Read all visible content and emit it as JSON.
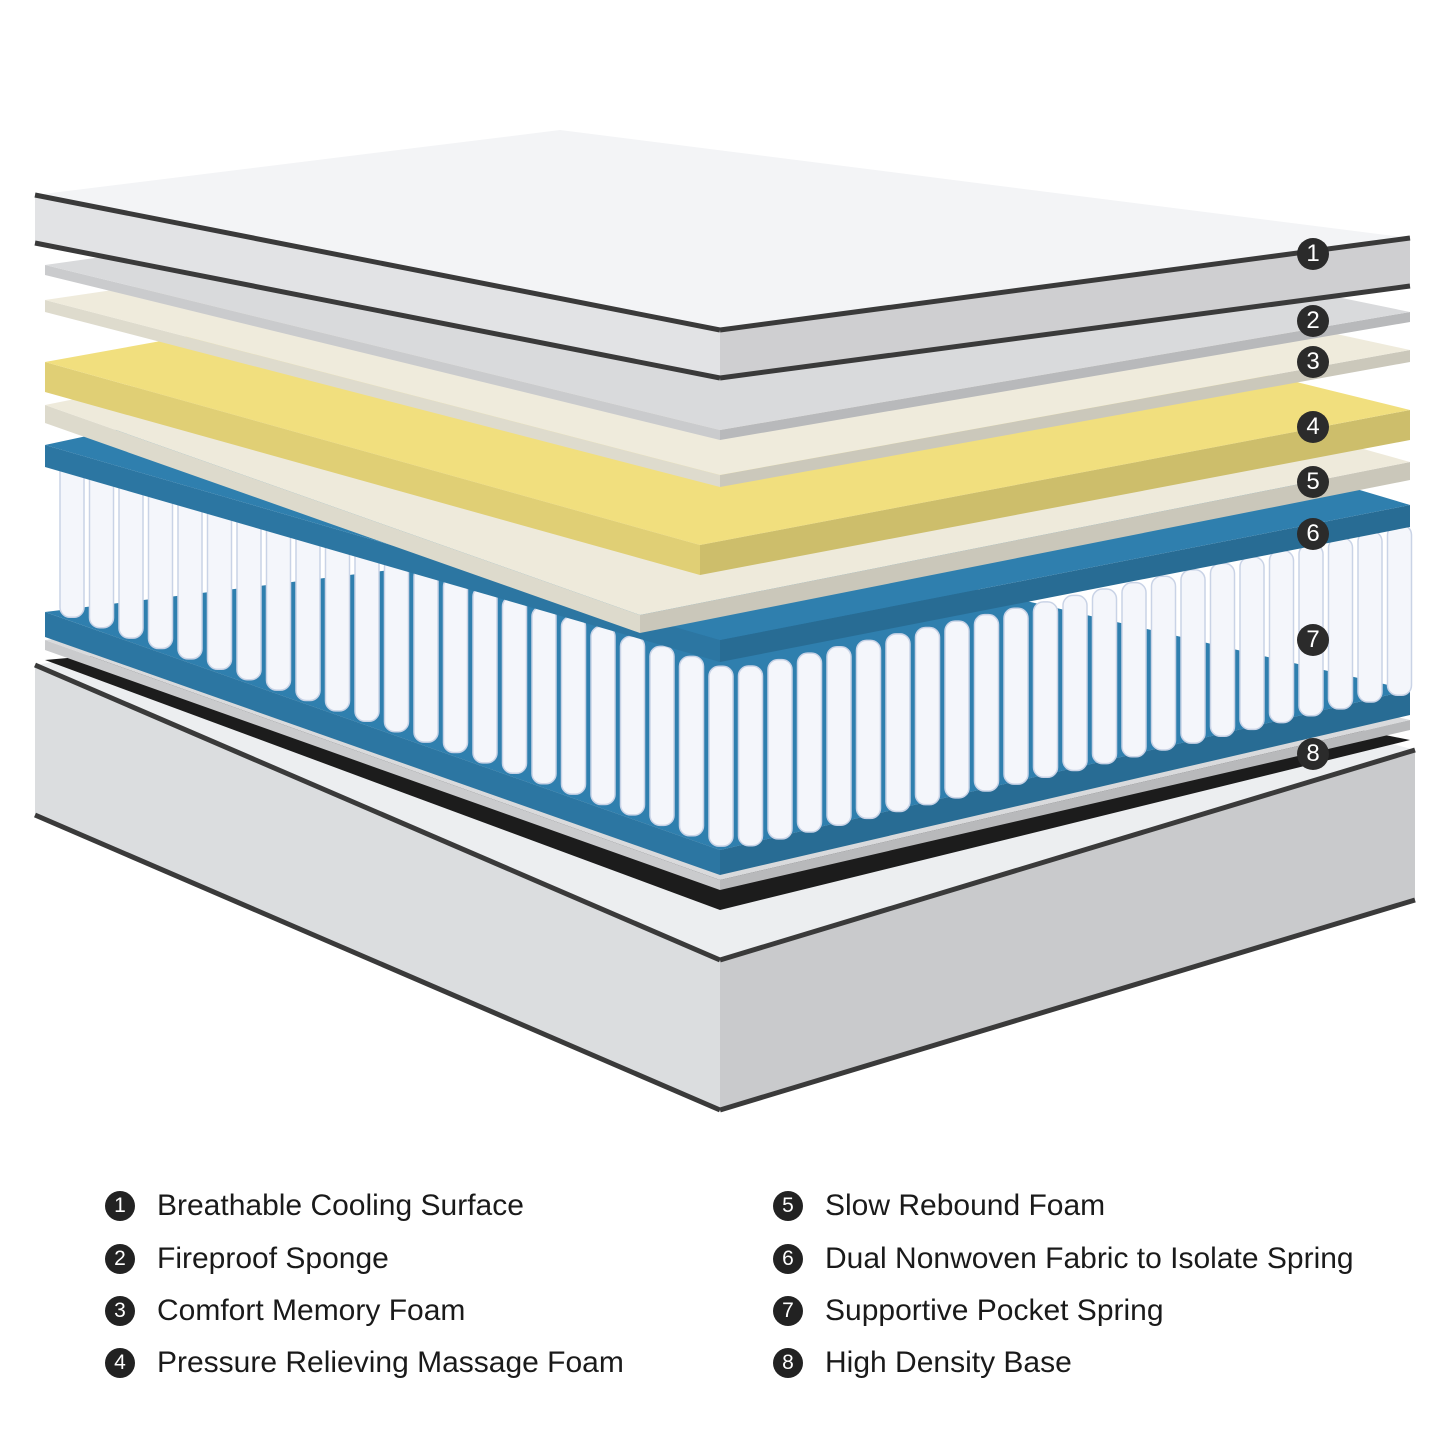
{
  "colors": {
    "topper": "#f3f4f6",
    "fireproof_sponge": "#d9dadc",
    "memory_foam": "#efebdc",
    "massage_foam": "#f1df7e",
    "slow_rebound": "#eeeadb",
    "nonwoven_fabric": "#2f7fae",
    "spring": "#f4f6fb",
    "base": "#eceef0",
    "piping": "#3a3a3a",
    "badge": "#2b2b2b"
  },
  "layers": [
    {
      "number": "1",
      "label": "Breathable Cooling Surface"
    },
    {
      "number": "2",
      "label": "Fireproof Sponge"
    },
    {
      "number": "3",
      "label": "Comfort Memory Foam"
    },
    {
      "number": "4",
      "label": "Pressure Relieving Massage Foam"
    },
    {
      "number": "5",
      "label": "Slow Rebound Foam"
    },
    {
      "number": "6",
      "label": "Dual Nonwoven Fabric to Isolate Spring"
    },
    {
      "number": "7",
      "label": "Supportive Pocket Spring"
    },
    {
      "number": "8",
      "label": "High Density Base"
    }
  ]
}
